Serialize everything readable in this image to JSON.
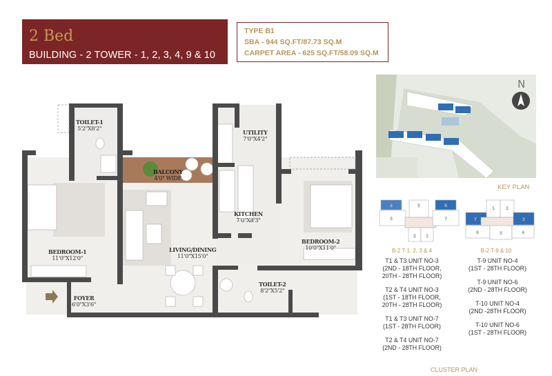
{
  "header": {
    "title": "2 Bed",
    "subtitle": "BUILDING - 2 TOWER - 1, 2, 3, 4, 9 & 10"
  },
  "info": {
    "type": "TYPE B1",
    "sba": "SBA - 944 SQ.FT/87.73 SQ.M",
    "carpet": "CARPET AREA - 625 SQ.FT/58.09 SQ.M"
  },
  "rooms": {
    "toilet1": {
      "name": "TOILET-1",
      "size": "5'2\"X8'2\""
    },
    "balcony": {
      "name": "BALCONY",
      "size": "4'0\" WIDE"
    },
    "utility": {
      "name": "UTILITY",
      "size": "7'0\"X4'2\""
    },
    "kitchen": {
      "name": "KITCHEN",
      "size": "7'0\"X8'3\""
    },
    "bedroom1": {
      "name": "BEDROOM-1",
      "size": "11'0\"X12'0\""
    },
    "living": {
      "name": "LIVING/DINING",
      "size": "11'0\"X15'0\""
    },
    "bedroom2": {
      "name": "BEDROOM-2",
      "size": "10'0\"X11'0\""
    },
    "toilet2": {
      "name": "TOILET-2",
      "size": "8'2\"X5'2\""
    },
    "foyer": {
      "name": "FOYER",
      "size": "6'0\"X3'6\""
    }
  },
  "key_plan": {
    "label": "KEY PLAN",
    "north": "N"
  },
  "cluster": {
    "label": "CLUSTER PLAN",
    "left": {
      "caption": "B-2 T-1, 2, 3 & 4",
      "units": [
        "4",
        "5",
        "6",
        "3",
        "7",
        "2",
        "1"
      ],
      "entries": [
        {
          "l1": "T1 & T3 UNIT NO-3",
          "l2": "(2ND - 18TH FLOOR,",
          "l3": "20TH - 28TH FLOOR)"
        },
        {
          "l1": "T2 & T4 UNIT NO-3",
          "l2": "(1ST - 18TH FLOOR,",
          "l3": "20TH - 28TH FLOOR)"
        },
        {
          "l1": "T1 & T3 UNIT NO-7",
          "l2": "(1ST - 28TH FLOOR)"
        },
        {
          "l1": "T2 & T4 UNIT NO-7",
          "l2": "(2ND - 28TH FLOOR)"
        }
      ]
    },
    "right": {
      "caption": "B-2 T-9 & 10",
      "units": [
        "1",
        "2",
        "7",
        "3",
        "6",
        "5",
        "4"
      ],
      "entries": [
        {
          "l1": "T-9 UNIT NO-4",
          "l2": "(1ST - 28TH FLOOR)"
        },
        {
          "l1": "T-9 UNIT NO-6",
          "l2": "(2ND - 28TH FLOOR)"
        },
        {
          "l1": "T-10 UNIT NO-4",
          "l2": "(2ND -28TH FLOOR)"
        },
        {
          "l1": "T-10 UNIT NO-6",
          "l2": "(1ST - 28TH FLOOR)"
        }
      ]
    }
  },
  "colors": {
    "brand": "#7b2526",
    "gold": "#b8955a",
    "wall": "#4a4a4a",
    "highlight": "#2f6db5"
  }
}
